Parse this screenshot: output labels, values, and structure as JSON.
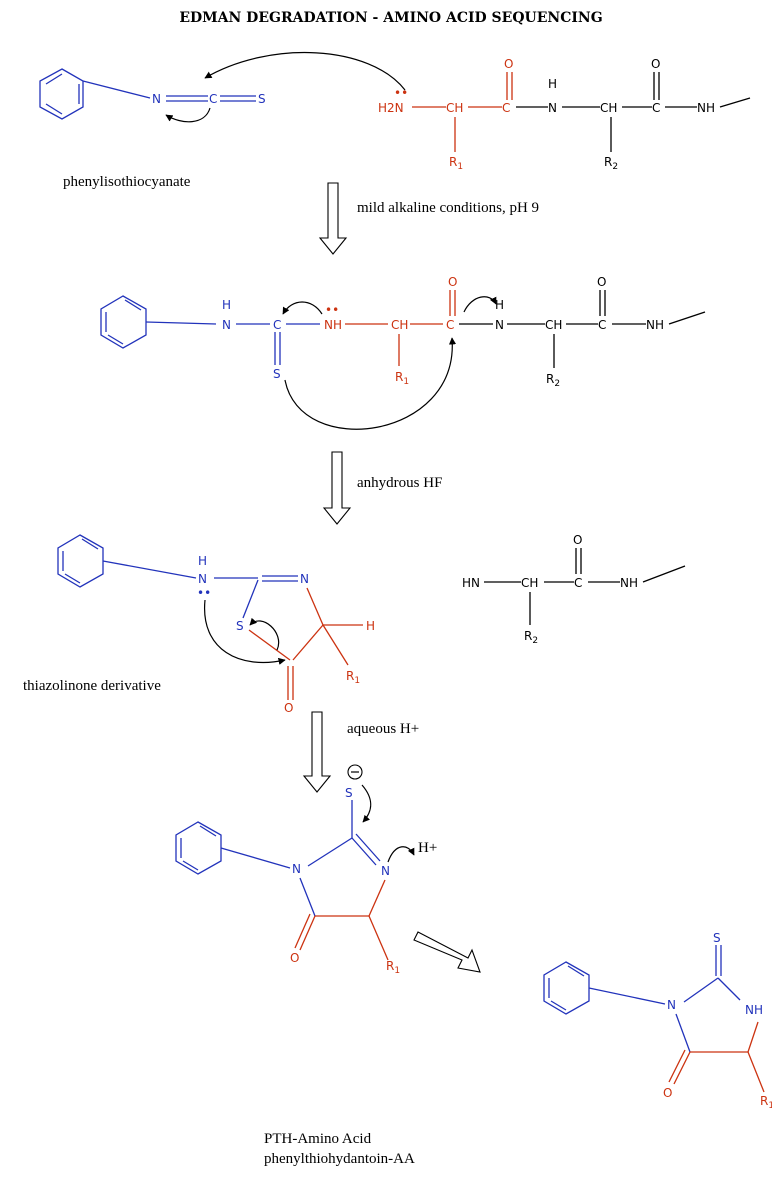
{
  "title": "EDMAN DEGRADATION - AMINO ACID SEQUENCING",
  "captions": {
    "reagent": "phenylisothiocyanate",
    "step1": "mild alkaline conditions, pH 9",
    "step2": "anhydrous HF",
    "intermediate": "thiazolinone derivative",
    "step3": "aqueous H+",
    "proton": "H+",
    "product_line1": "PTH-Amino Acid",
    "product_line2": "phenylthiohydantoin-AA"
  },
  "atoms": {
    "N": "N",
    "C": "C",
    "S": "S",
    "O": "O",
    "H": "H",
    "NH": "NH",
    "HN": "HN",
    "CH": "CH",
    "H2N": "H2N",
    "R": "R",
    "sub1": "1",
    "sub2": "2",
    "two": "2"
  },
  "colors": {
    "blue": "#2233bb",
    "red": "#cc3311",
    "black": "#000000"
  }
}
